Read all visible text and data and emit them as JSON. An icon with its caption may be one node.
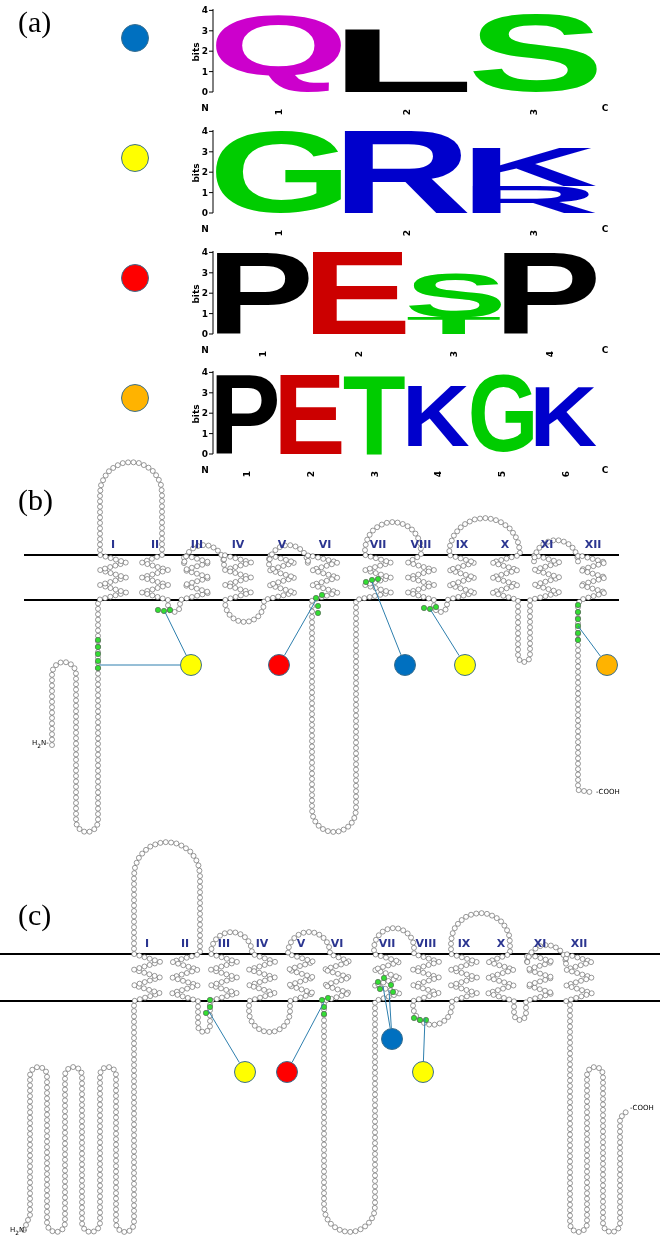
{
  "diagram": {
    "nodes": [
      {
        "text": [],
        "shape": "circle"
      },
      {
        "text": [],
        "shape": "circle"
      },
      {
        "text": [],
        "shape": "circle"
      },
      {
        "text": [],
        "shape": "circle"
      },
      {
        "text": [],
        "shape": "circle"
      },
      {
        "text": [],
        "shape": "circle"
      },
      {
        "text": [],
        "shape": "circle"
      },
      {
        "text": [],
        "shape": "circle"
      },
      {
        "text": [],
        "shape": "circle"
      },
      {
        "text": [],
        "shape": "circle"
      },
      {
        "text": [],
        "shape": "circle"
      },
      {
        "text": [],
        "shape": "circle"
      },
      {
        "text": [],
        "shape": "circle"
      }
    ],
    "edges": [
      {
        "from": 4,
        "to": null,
        "arrow": "none"
      },
      {
        "from": 4,
        "to": null,
        "arrow": "none"
      },
      {
        "from": 5,
        "to": null,
        "arrow": "none"
      },
      {
        "from": 6,
        "to": null,
        "arrow": "none"
      },
      {
        "from": 7,
        "to": null,
        "arrow": "none"
      },
      {
        "from": 8,
        "to": null,
        "arrow": "none"
      },
      {
        "from": 9,
        "to": null,
        "arrow": "none"
      },
      {
        "from": 10,
        "to": null,
        "arrow": "none"
      },
      {
        "from": 11,
        "to": null,
        "arrow": "none"
      },
      {
        "from": 11,
        "to": null,
        "arrow": "none"
      },
      {
        "from": 12,
        "to": null,
        "arrow": "none"
      }
    ],
    "labels": [
      "(a)",
      "4",
      "3",
      "2",
      "1",
      "0",
      "bits",
      "Q",
      "L",
      "S",
      "N",
      "1",
      "2",
      "3",
      "C",
      "4",
      "3",
      "2",
      "1",
      "0",
      "bits",
      "G",
      "R",
      "K",
      "R",
      "N",
      "1",
      "2",
      "3",
      "C",
      "4",
      "3",
      "2",
      "1",
      "0",
      "bits",
      "P",
      "E",
      "S",
      "T",
      "P",
      "N",
      "1",
      "2",
      "3",
      "4",
      "C",
      "4",
      "3",
      "2",
      "1",
      "0",
      "bits",
      "P",
      "E",
      "T",
      "K",
      "G",
      "K",
      "N",
      "1",
      "2",
      "3",
      "4",
      "5",
      "6",
      "C",
      "(b)",
      "I",
      "II",
      "III",
      "IV",
      "V",
      "VI",
      "VII",
      "VIII",
      "IX",
      "X",
      "XI",
      "XII",
      "H$_{2}$N-",
      "-COOH",
      "(c)",
      "I",
      "II",
      "III",
      "IV",
      "V",
      "VI",
      "VII",
      "VIII",
      "IX",
      "X",
      "XI",
      "XII",
      "H$_{2}$N-",
      "-COOH"
    ]
  }
}
